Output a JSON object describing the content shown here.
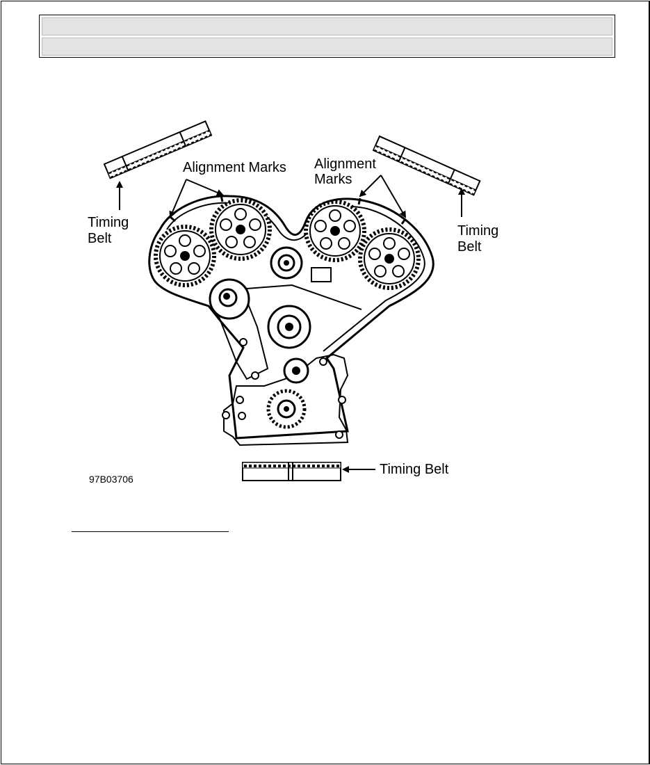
{
  "header": {
    "title": "",
    "subtitle": ""
  },
  "figure": {
    "labels": {
      "timing_belt_left": [
        "Timing",
        "Belt"
      ],
      "timing_belt_right": [
        "Timing",
        "Belt"
      ],
      "timing_belt_bottom": "Timing Belt",
      "alignment_marks_left": "Alignment Marks",
      "alignment_marks_right": [
        "Alignment",
        "Marks"
      ]
    },
    "figure_id": "97B03706"
  },
  "colors": {
    "ink": "#000000",
    "paper": "#ffffff",
    "header_fill": "#e3e3e3"
  }
}
